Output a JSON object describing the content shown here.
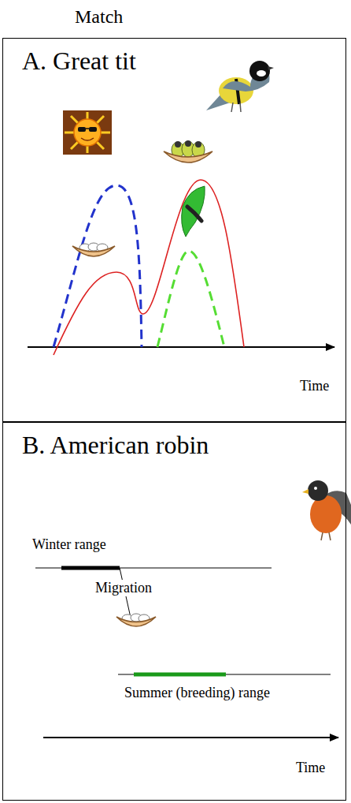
{
  "diagram": {
    "title": "Match",
    "nodes": [
      {
        "text": [
          "A. Great tit"
        ]
      },
      {
        "text": [
          "B. American robin"
        ]
      }
    ],
    "labels": [
      "Time",
      "Winter range",
      "Migration",
      "Summer (breeding) range",
      "Time"
    ]
  }
}
